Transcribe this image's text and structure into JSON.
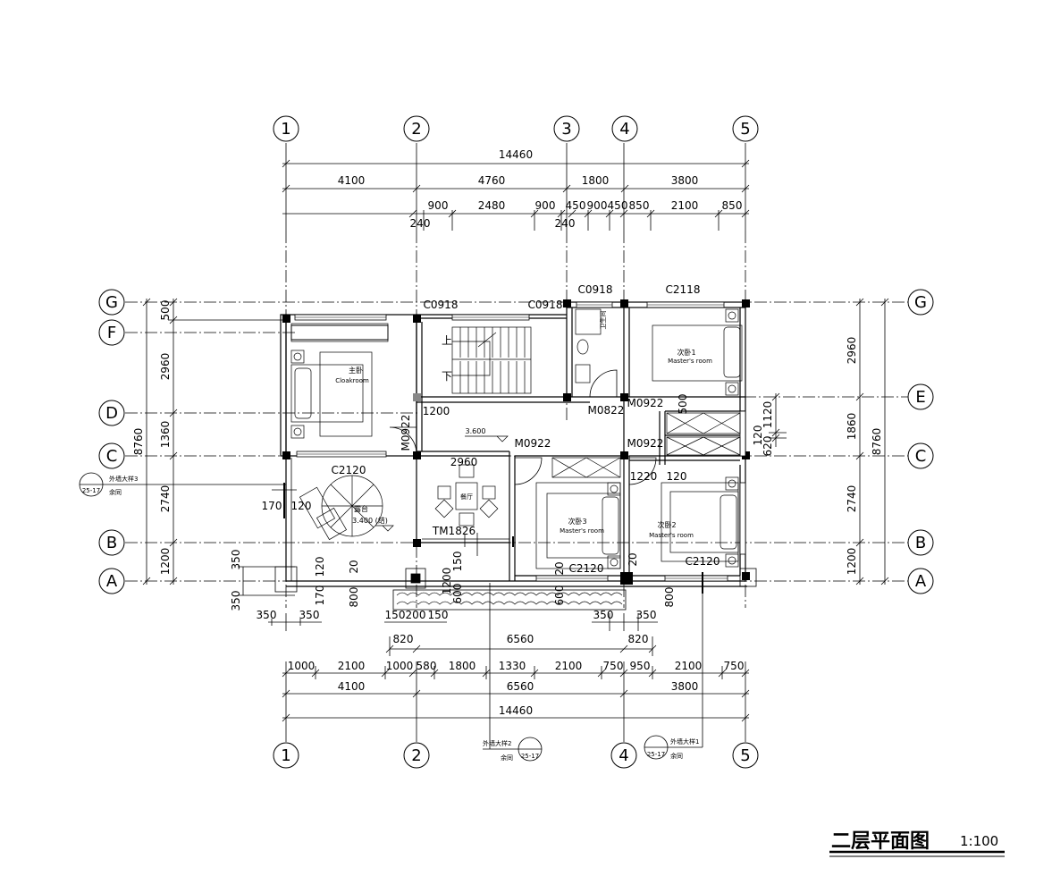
{
  "title": "二层平面图",
  "scale": "1:100",
  "axes": {
    "vertical": [
      "1",
      "2",
      "3",
      "4",
      "5"
    ],
    "horizontal": [
      "G",
      "F",
      "E",
      "D",
      "C",
      "B",
      "A"
    ]
  },
  "top_dims": {
    "total": "14460",
    "row2": [
      "4100",
      "4760",
      "1800",
      "3800"
    ],
    "row3": [
      "900",
      "2480",
      "900",
      "450",
      "900",
      "450",
      "850",
      "2100",
      "850"
    ],
    "offsets": [
      "240",
      "240"
    ]
  },
  "bottom_dims": {
    "row1": [
      "1000",
      "2100",
      "1000",
      "580",
      "1800",
      "1330",
      "2100",
      "750",
      "950",
      "2100",
      "750"
    ],
    "row2": [
      "4100",
      "6560",
      "3800"
    ],
    "total": "14460",
    "mid": [
      "820",
      "6560",
      "820"
    ],
    "small": [
      "350",
      "350",
      "150",
      "200",
      "150",
      "350",
      "350"
    ]
  },
  "left_dims": {
    "segments": [
      "500",
      "2960",
      "1360",
      "2740",
      "1200"
    ],
    "total": "8760",
    "small": [
      "350",
      "350"
    ]
  },
  "right_dims": {
    "segments": [
      "2960",
      "1860",
      "2740",
      "1200"
    ],
    "inner": [
      "1120",
      "120",
      "620"
    ],
    "total": "8760"
  },
  "openings": {
    "c0918_a": "C0918",
    "c0918_b": "C0918",
    "c0918_c": "C0918",
    "c2118": "C2118",
    "c2120_a": "C2120",
    "c2120_b": "C2120",
    "c2120_c": "C2120",
    "m0922_a": "M0922",
    "m0922_b": "M0922",
    "m0922_c": "M0922",
    "m0922_d": "M0922",
    "m0822": "M0822",
    "tm1826": "TM1826"
  },
  "inner_dims": [
    "1200",
    "2960",
    "1220",
    "120",
    "170",
    "120",
    "120",
    "20",
    "20",
    "20",
    "800",
    "170",
    "600",
    "800",
    "500",
    "150",
    "1200",
    "600"
  ],
  "rooms": {
    "master_cn": "主卧",
    "master_en": "Cloakroom",
    "second1_cn": "次卧1",
    "second1_en": "Master's room",
    "second2_cn": "次卧2",
    "second2_en": "Master's room",
    "second3_cn": "次卧3",
    "second3_en": "Master's room",
    "terrace_cn": "露台",
    "terrace_level": "3.400 (结)",
    "stair_level": "3.600",
    "stair_up": "上",
    "stair_down": "下",
    "bath_label": "卫生间",
    "dining": "餐厅"
  },
  "callouts": {
    "detail3_title": "外墙大样3",
    "detail3_note": "余同",
    "detail2_title": "外墙大样2",
    "detail2_note": "余同",
    "detail1_title": "外墙大样1",
    "detail1_note": "余同",
    "sheet_ref": "25-17"
  }
}
